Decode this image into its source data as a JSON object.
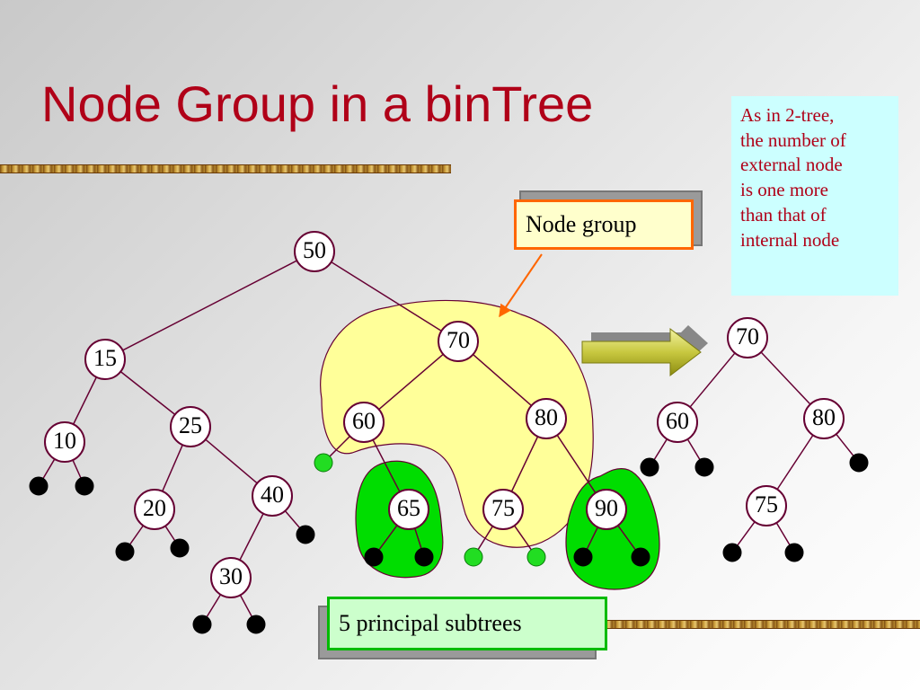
{
  "slide": {
    "title": "Node Group in a binTree",
    "note_lines": [
      "As in 2-tree,",
      "the number of",
      "external node",
      "is one more",
      "than that of",
      "internal node"
    ],
    "callout_node_group": "Node group",
    "callout_principal": "5 principal subtrees"
  },
  "colors": {
    "title": "#b00018",
    "node_stroke": "#660033",
    "edge": "#660033",
    "group_fill": "#ffff99",
    "subtree_fill": "#00dd00",
    "external_black": "#000000",
    "external_green": "#22dd22",
    "note_bg": "#ccffff",
    "callout_orange": "#ff6600",
    "callout_green": "#00bb00"
  },
  "trees": {
    "left": {
      "nodes": [
        {
          "id": "n50",
          "label": "50"
        },
        {
          "id": "n15",
          "label": "15"
        },
        {
          "id": "n70",
          "label": "70"
        },
        {
          "id": "n10",
          "label": "10"
        },
        {
          "id": "n25",
          "label": "25"
        },
        {
          "id": "n60",
          "label": "60"
        },
        {
          "id": "n80",
          "label": "80"
        },
        {
          "id": "n20",
          "label": "20"
        },
        {
          "id": "n40",
          "label": "40"
        },
        {
          "id": "n30",
          "label": "30"
        },
        {
          "id": "n65",
          "label": "65"
        },
        {
          "id": "n75",
          "label": "75"
        },
        {
          "id": "n90",
          "label": "90"
        }
      ],
      "edges": [
        [
          "n50",
          "n15"
        ],
        [
          "n50",
          "n70"
        ],
        [
          "n15",
          "n10"
        ],
        [
          "n15",
          "n25"
        ],
        [
          "n70",
          "n60"
        ],
        [
          "n70",
          "n80"
        ],
        [
          "n25",
          "n20"
        ],
        [
          "n25",
          "n40"
        ],
        [
          "n40",
          "n30"
        ],
        [
          "n60",
          "n65"
        ],
        [
          "n80",
          "n75"
        ],
        [
          "n80",
          "n90"
        ],
        [
          "n10",
          "e10a"
        ],
        [
          "n10",
          "e10b"
        ],
        [
          "n20",
          "e20a"
        ],
        [
          "n20",
          "e20b"
        ],
        [
          "n40",
          "e40"
        ],
        [
          "n30",
          "e30a"
        ],
        [
          "n30",
          "e30b"
        ],
        [
          "n60",
          "g60"
        ],
        [
          "n65",
          "e65a"
        ],
        [
          "n65",
          "e65b"
        ],
        [
          "n75",
          "g75a"
        ],
        [
          "n75",
          "g75b"
        ],
        [
          "n90",
          "e90a"
        ],
        [
          "n90",
          "e90b"
        ]
      ],
      "externals": [
        {
          "id": "e10a",
          "type": "black"
        },
        {
          "id": "e10b",
          "type": "black"
        },
        {
          "id": "e20a",
          "type": "black"
        },
        {
          "id": "e20b",
          "type": "black"
        },
        {
          "id": "e40",
          "type": "black"
        },
        {
          "id": "e30a",
          "type": "black"
        },
        {
          "id": "e30b",
          "type": "black"
        },
        {
          "id": "g60",
          "type": "green"
        },
        {
          "id": "e65a",
          "type": "black"
        },
        {
          "id": "e65b",
          "type": "black"
        },
        {
          "id": "g75a",
          "type": "green"
        },
        {
          "id": "g75b",
          "type": "green"
        },
        {
          "id": "e90a",
          "type": "black"
        },
        {
          "id": "e90b",
          "type": "black"
        }
      ]
    },
    "right": {
      "nodes": [
        {
          "id": "r70",
          "label": "70"
        },
        {
          "id": "r60",
          "label": "60"
        },
        {
          "id": "r80",
          "label": "80"
        },
        {
          "id": "r75",
          "label": "75"
        }
      ],
      "edges": [
        [
          "r70",
          "r60"
        ],
        [
          "r70",
          "r80"
        ],
        [
          "r80",
          "r75"
        ],
        [
          "r60",
          "re60a"
        ],
        [
          "r60",
          "re60b"
        ],
        [
          "r80",
          "re80"
        ],
        [
          "r75",
          "re75a"
        ],
        [
          "r75",
          "re75b"
        ]
      ],
      "externals": [
        {
          "id": "re60a",
          "type": "black"
        },
        {
          "id": "re60b",
          "type": "black"
        },
        {
          "id": "re80",
          "type": "black"
        },
        {
          "id": "re75a",
          "type": "black"
        },
        {
          "id": "re75b",
          "type": "black"
        }
      ]
    }
  }
}
